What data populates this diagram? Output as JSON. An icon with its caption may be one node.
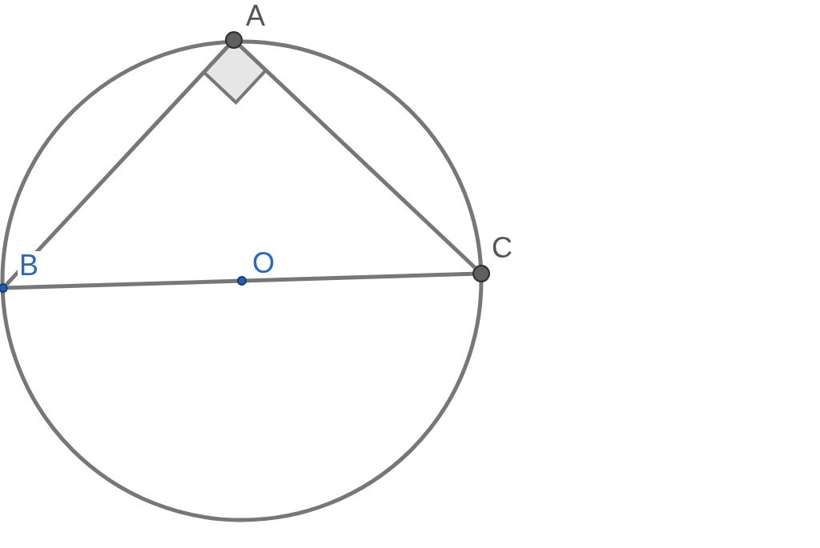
{
  "diagram": {
    "nodes": [
      {
        "text": [],
        "shape": "circle",
        "beside": [
          "A"
        ]
      },
      {
        "text": [],
        "shape": "circle",
        "beside": [
          "B"
        ]
      },
      {
        "text": [],
        "shape": "circle",
        "beside": [
          "O"
        ]
      },
      {
        "text": [],
        "shape": "circle",
        "beside": [
          "C"
        ]
      }
    ],
    "edges": [
      {
        "from": 0,
        "to": 1,
        "arrow": "none"
      },
      {
        "from": 0,
        "to": 3,
        "arrow": "none"
      },
      {
        "from": 1,
        "to": 3,
        "arrow": "none"
      }
    ]
  }
}
